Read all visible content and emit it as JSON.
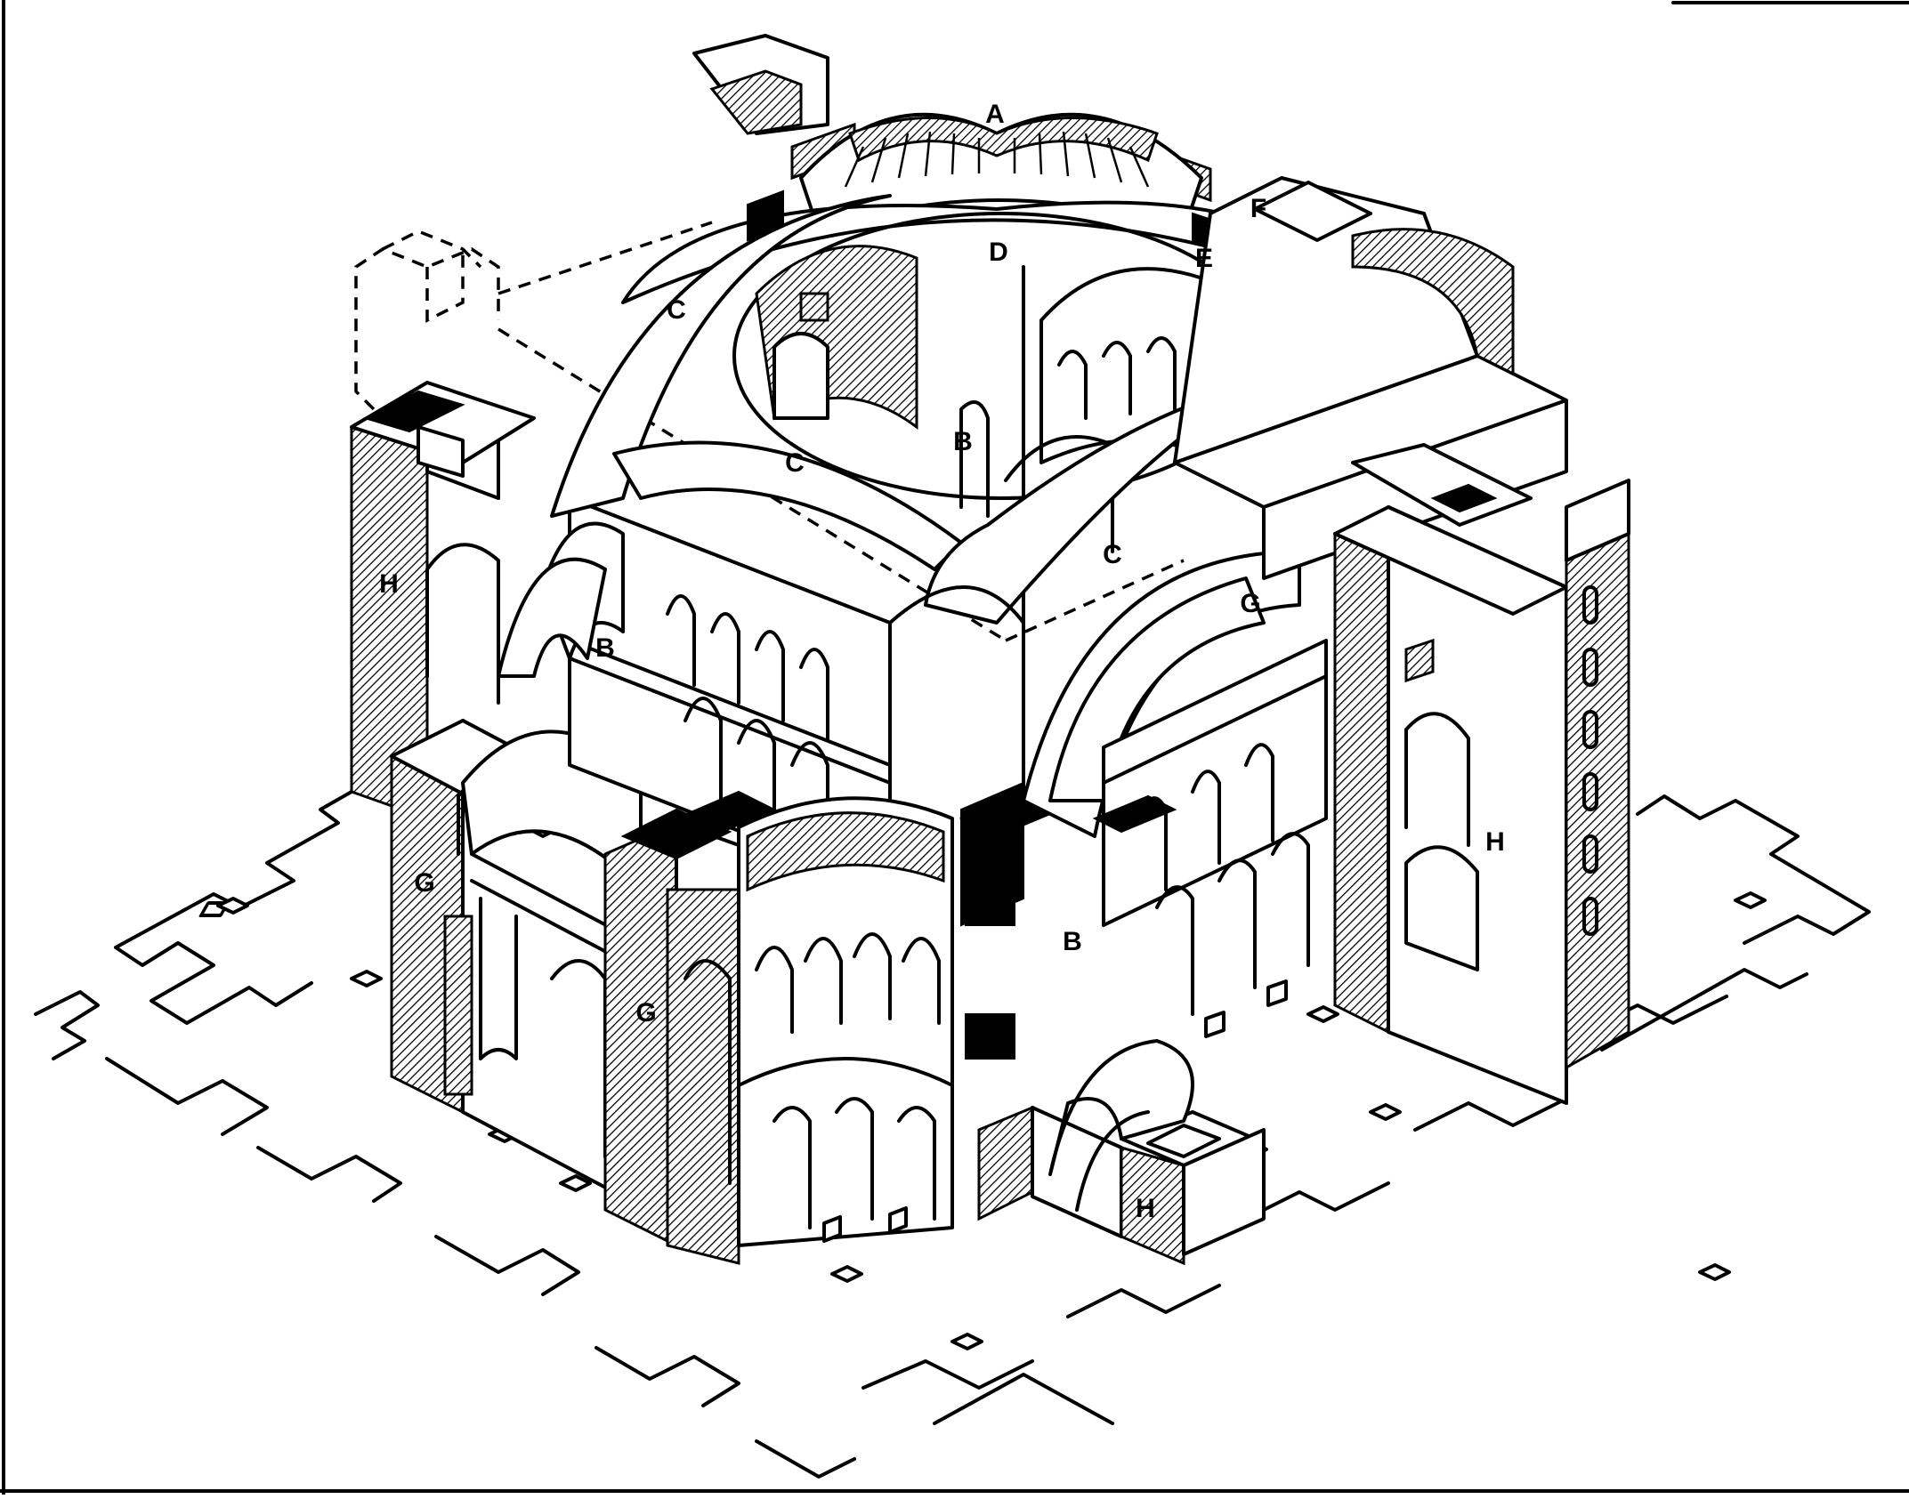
{
  "diagram": {
    "labels": [
      {
        "id": "A",
        "text": "A"
      },
      {
        "id": "B1",
        "text": "B"
      },
      {
        "id": "B2",
        "text": "B"
      },
      {
        "id": "B3",
        "text": "B"
      },
      {
        "id": "C1",
        "text": "C"
      },
      {
        "id": "C2",
        "text": "C"
      },
      {
        "id": "C3",
        "text": "C"
      },
      {
        "id": "D",
        "text": "D"
      },
      {
        "id": "E",
        "text": "E"
      },
      {
        "id": "F",
        "text": "F"
      },
      {
        "id": "G1",
        "text": "G"
      },
      {
        "id": "G2",
        "text": "G"
      },
      {
        "id": "G3",
        "text": "G"
      },
      {
        "id": "H1",
        "text": "H"
      },
      {
        "id": "H2",
        "text": "H"
      },
      {
        "id": "H3",
        "text": "H"
      }
    ]
  },
  "colors": {
    "ink": "#000000",
    "paper": "#ffffff"
  }
}
